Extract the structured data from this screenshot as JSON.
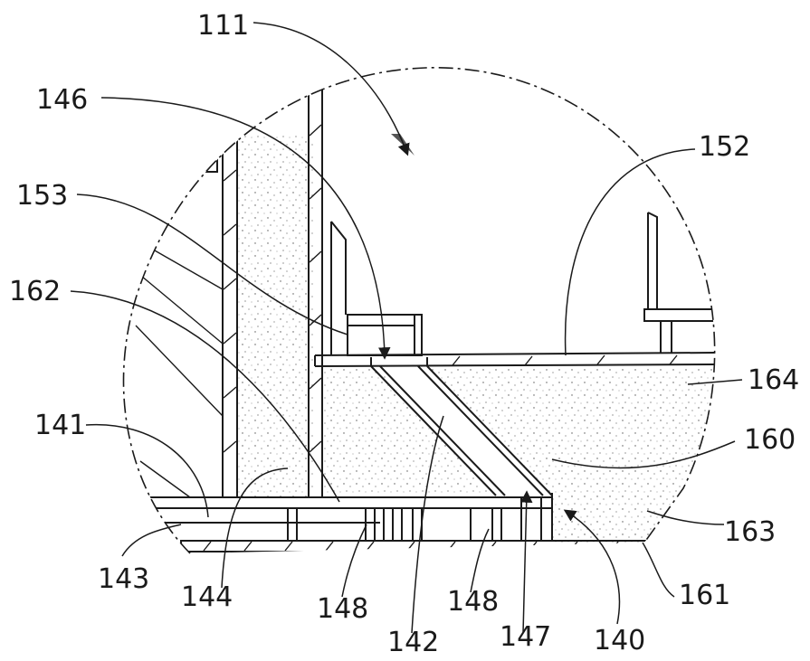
{
  "figure": {
    "labels": {
      "l111": "111",
      "l146": "146",
      "l152": "152",
      "l153": "153",
      "l162": "162",
      "l164": "164",
      "l141": "141",
      "l160": "160",
      "l143": "143",
      "l163": "163",
      "l144": "144",
      "l148a": "148",
      "l148b": "148",
      "l142": "142",
      "l147": "147",
      "l140": "140",
      "l161": "161"
    },
    "colors": {
      "ink": "#1a1a1a",
      "paper": "#ffffff"
    }
  }
}
